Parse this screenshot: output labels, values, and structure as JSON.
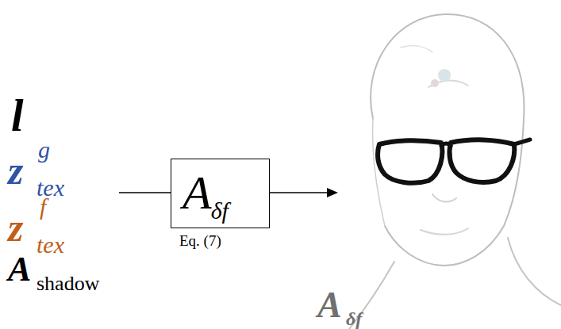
{
  "diagram": {
    "nodes": [
      {
        "text": [
          "A",
          "δf",
          "Eq. (7)"
        ]
      }
    ],
    "labels": [
      "l",
      "z",
      "tex",
      "g",
      "z",
      "tex",
      "f",
      "A",
      "shadow",
      "A",
      "δf"
    ]
  }
}
